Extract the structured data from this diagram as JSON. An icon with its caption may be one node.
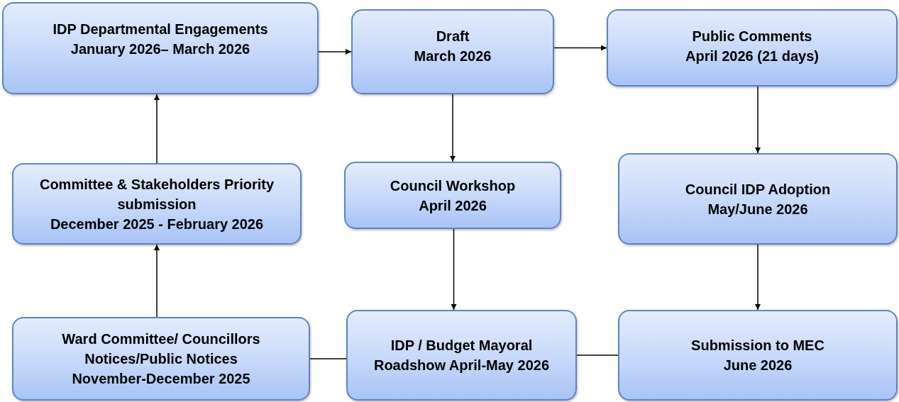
{
  "diagram": {
    "nodes": [
      {
        "text": [
          "IDP Departmental Engagements",
          "January 2026– March 2026"
        ]
      },
      {
        "text": [
          "Draft",
          "March 2026"
        ]
      },
      {
        "text": [
          "Public Comments",
          "April 2026 (21 days)"
        ]
      },
      {
        "text": [
          "Committee & Stakeholders Priority submission",
          "December 2025 - February 2026"
        ]
      },
      {
        "text": [
          "Council Workshop",
          "April 2026"
        ]
      },
      {
        "text": [
          "Council IDP Adoption",
          "May/June 2026"
        ]
      },
      {
        "text": [
          "Ward Committee/ Councillors Notices/Public Notices",
          "November-December 2025"
        ]
      },
      {
        "text": [
          "IDP / Budget Mayoral Roadshow April-May 2026"
        ]
      },
      {
        "text": [
          "Submission to MEC",
          "June 2026"
        ]
      }
    ],
    "edges": [
      {
        "from": 6,
        "to": 3,
        "arrow": "to"
      },
      {
        "from": 3,
        "to": 0,
        "arrow": "to"
      },
      {
        "from": 0,
        "to": 1,
        "arrow": "to"
      },
      {
        "from": 1,
        "to": 2,
        "arrow": "to"
      },
      {
        "from": 1,
        "to": 4,
        "arrow": "to"
      },
      {
        "from": 4,
        "to": 7,
        "arrow": "to"
      },
      {
        "from": 2,
        "to": 5,
        "arrow": "to"
      },
      {
        "from": 5,
        "to": 8,
        "arrow": "to"
      },
      {
        "from": 6,
        "to": 7,
        "arrow": "none"
      },
      {
        "from": 7,
        "to": 8,
        "arrow": "none"
      }
    ]
  }
}
